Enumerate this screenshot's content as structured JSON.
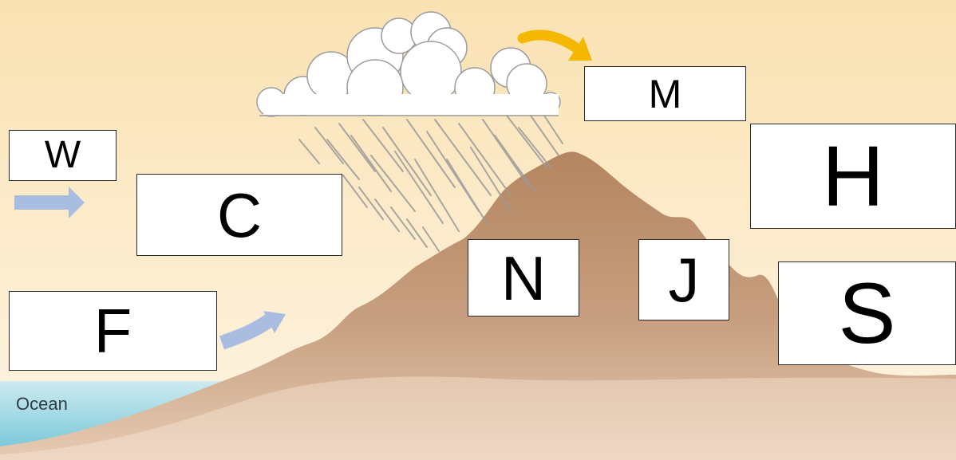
{
  "labels": {
    "w": "W",
    "c": "C",
    "f": "F",
    "m": "M",
    "h": "H",
    "n": "N",
    "j": "J",
    "s": "S"
  },
  "ocean_label": "Ocean",
  "colors": {
    "sky_top": "#fbe3b4",
    "sky_bottom": "#fdf3e0",
    "mountain": "#b88a66",
    "land": "#ecd3bd",
    "ocean": "#8fd0de",
    "wind_arrow": "#a9bde0",
    "warm_arrow": "#f5b800",
    "rain": "#9a9a9a"
  },
  "icons": [
    "cloud-icon",
    "rain-icon",
    "wind-arrow-icon",
    "warm-air-arrow-icon",
    "mountain-icon"
  ]
}
